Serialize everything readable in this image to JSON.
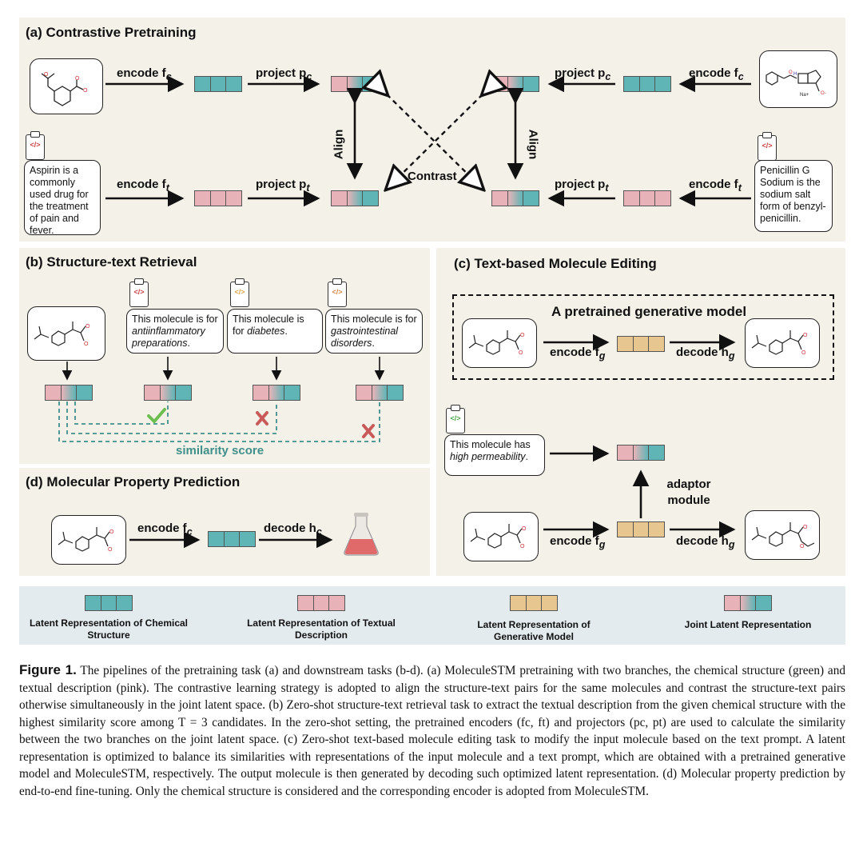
{
  "panel_a": {
    "title": "(a)  Contrastive Pretraining",
    "encode_fc_left": "encode f",
    "encode_fc_right": "encode f",
    "project_pc_left": "project p",
    "project_pc_right": "project p",
    "encode_ft_left": "encode f",
    "encode_ft_right": "encode f",
    "project_pt_left": "project p",
    "project_pt_right": "project p",
    "sub_c": "c",
    "sub_t": "t",
    "align": "Align",
    "contrast": "Contrast",
    "aspirin_text": "Aspirin is a commonly used drug for the treatment of pain and fever.",
    "penicillin_text": "Penicillin G Sodium is the sodium salt form of benzyl-penicillin."
  },
  "panel_b": {
    "title": "(b)  Structure-text Retrieval",
    "desc1_a": "This molecule is for ",
    "desc1_b": "antiinflammatory preparations",
    "desc2_a": "This molecule is for ",
    "desc2_b": "diabetes",
    "desc3_a": "This molecule is for ",
    "desc3_b": "gastrointestinal disorders",
    "period": ".",
    "similarity": "similarity score"
  },
  "panel_c": {
    "title": "(c)  Text-based Molecule Editing",
    "pretrained": "A pretrained generative model",
    "encode_fg": "encode f",
    "decode_hg": "decode h",
    "sub_g": "g",
    "prompt_a": "This molecule has ",
    "prompt_b": "high permeability",
    "adaptor": "adaptor module",
    "encode_fg2": "encode f",
    "decode_hg2": "decode h"
  },
  "panel_d": {
    "title": "(d)  Molecular Property Prediction",
    "encode_fc": "encode f",
    "decode_hc": "decode h",
    "sub_c": "c"
  },
  "legend": {
    "chem": "Latent Representation of Chemical Structure",
    "text": "Latent Representation of Textual Description",
    "gen": "Latent Representation of Generative Model",
    "joint": "Joint Latent Representation"
  },
  "caption": {
    "label": "Figure 1.",
    "body": " The pipelines of the pretraining task (a) and downstream tasks (b-d). (a) MoleculeSTM pretraining with two branches, the chemical structure (green) and textual description (pink). The contrastive learning strategy is adopted to align the structure-text pairs for the same molecules and contrast the structure-text pairs otherwise simultaneously in the joint latent space. (b) Zero-shot structure-text retrieval task to extract the textual description from the given chemical structure with the highest similarity score among T = 3 candidates. In the zero-shot setting, the pretrained encoders (fc, ft) and projectors (pc, pt) are used to calculate the similarity between the two branches on the joint latent space. (c) Zero-shot text-based molecule editing task to modify the input molecule based on the text prompt. A latent representation is optimized to balance its similarities with representations of the input molecule and a text prompt, which are obtained with a pretrained generative model and MoleculeSTM, respectively. The output molecule is then generated by decoding such optimized latent representation. (d) Molecular property prediction by end-to-end fine-tuning. Only the chemical structure is considered and the corresponding encoder is adopted from MoleculeSTM."
  },
  "colors": {
    "panel_bg": "#f4f1e9",
    "legend_bg": "#e4ebee",
    "chemical_teal": "#5fb5b5",
    "text_pink": "#e8b3b8",
    "generative_orange": "#e8c690",
    "similarity_teal": "#3f8f8a",
    "check_green": "#6cbf4f",
    "cross_red": "#c85a5a"
  },
  "icons": [
    "molecule-drawing-icon",
    "clipboard-code-icon",
    "check-icon",
    "cross-icon",
    "flask-icon",
    "arrow-icon"
  ]
}
